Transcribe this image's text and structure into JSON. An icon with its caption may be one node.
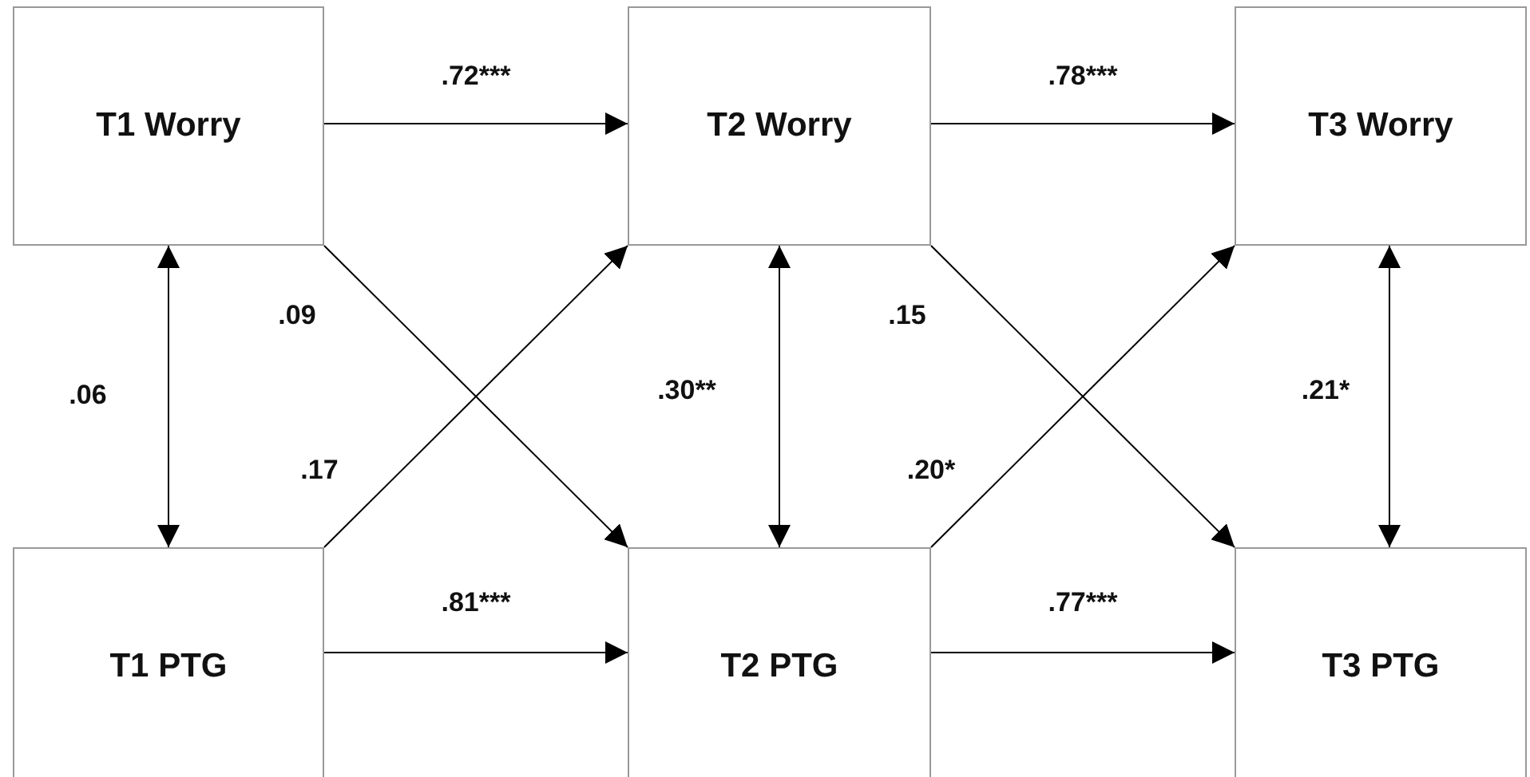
{
  "diagram": {
    "nodes": [
      {
        "text": [
          "T1 Worry"
        ]
      },
      {
        "text": [
          "T2 Worry"
        ]
      },
      {
        "text": [
          "T3 Worry"
        ]
      },
      {
        "text": [
          "T1 PTG"
        ]
      },
      {
        "text": [
          "T2 PTG"
        ]
      },
      {
        "text": [
          "T3 PTG"
        ]
      }
    ],
    "edges": [
      {
        "from": 0,
        "to": 1,
        "arrow": "to",
        "label": ".72***"
      },
      {
        "from": 1,
        "to": 2,
        "arrow": "to",
        "label": ".78***"
      },
      {
        "from": 0,
        "to": 3,
        "arrow": "both",
        "label": ".06"
      },
      {
        "from": 0,
        "to": 4,
        "arrow": "to",
        "label": ".09"
      },
      {
        "from": 3,
        "to": 1,
        "arrow": "to",
        "label": ".17"
      },
      {
        "from": 1,
        "to": 4,
        "arrow": "both",
        "label": ".30**"
      },
      {
        "from": 1,
        "to": 5,
        "arrow": "to",
        "label": ".15"
      },
      {
        "from": 4,
        "to": 2,
        "arrow": "to",
        "label": ".20*"
      },
      {
        "from": 2,
        "to": 5,
        "arrow": "both",
        "label": ".21*"
      },
      {
        "from": 3,
        "to": 4,
        "arrow": "to",
        "label": ".81***"
      },
      {
        "from": 4,
        "to": 5,
        "arrow": "to",
        "label": ".77***"
      }
    ]
  }
}
